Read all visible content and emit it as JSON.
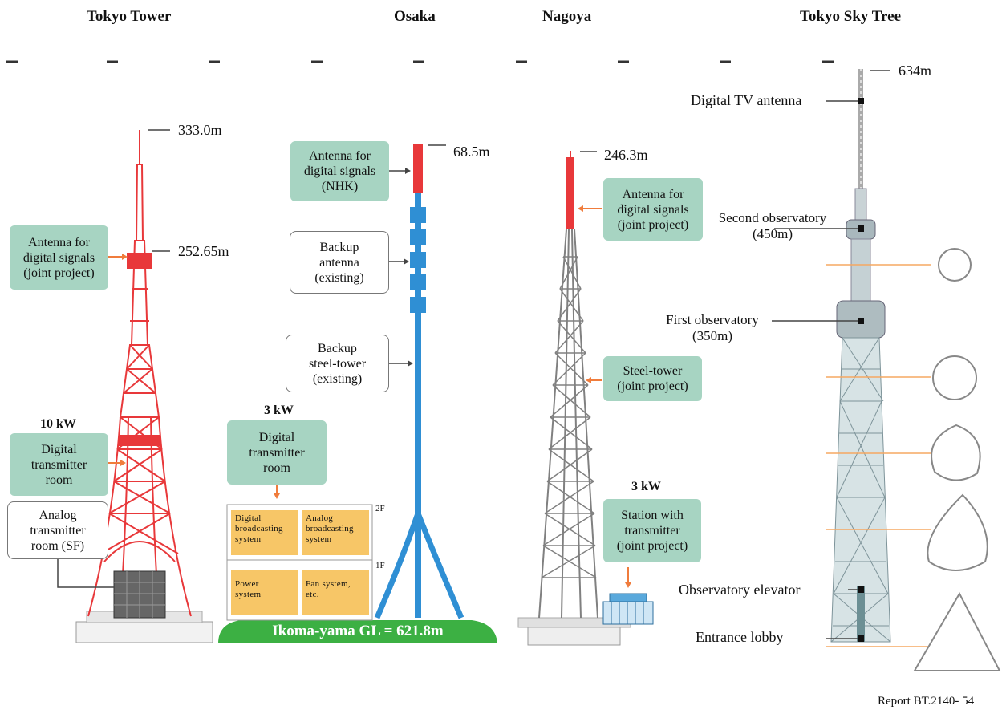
{
  "titles": {
    "tokyo_tower": "Tokyo Tower",
    "osaka": "Osaka",
    "nagoya": "Nagoya",
    "sky_tree": "Tokyo Sky Tree"
  },
  "tokyo_tower": {
    "height_top": "333.0m",
    "height_antenna": "252.65m",
    "antenna_box": "Antenna for\ndigital signals\n(joint project)",
    "power": "10 kW",
    "digital_room": "Digital\ntransmitter\nroom",
    "analog_room": "Analog\ntransmitter\nroom (SF)"
  },
  "osaka": {
    "height_top": "68.5m",
    "antenna_box": "Antenna for\ndigital signals\n(NHK)",
    "backup_antenna": "Backup\nantenna\n(existing)",
    "backup_tower": "Backup\nsteel-tower\n(existing)",
    "power": "3 kW",
    "digital_room": "Digital\ntransmitter\nroom",
    "floor_2f": "2F",
    "floor_1f": "1F",
    "digital_broadcasting": "Digital\nbroadcasting\nsystem",
    "analog_broadcasting": "Analog\nbroadcasting\nsystem",
    "power_system": "Power\nsystem",
    "fan_system": "Fan system,\netc.",
    "ground": "Ikoma-yama GL = 621.8m"
  },
  "nagoya": {
    "height_top": "246.3m",
    "antenna_box": "Antenna for\ndigital signals\n(joint project)",
    "steel_tower": "Steel-tower\n(joint project)",
    "power": "3 kW",
    "station": "Station with\ntransmitter\n(joint project)"
  },
  "sky_tree": {
    "height_top": "634m",
    "digital_tv_antenna": "Digital TV antenna",
    "second_observatory": "Second observatory\n(450m)",
    "first_observatory": "First observatory\n(350m)",
    "observatory_elevator": "Observatory elevator",
    "entrance_lobby": "Entrance lobby"
  },
  "footer": "Report BT.2140- 54",
  "colors": {
    "label_box": "#a7d4c2",
    "tokyo_tower": "#e8383a",
    "osaka_tower": "#2f8fd4",
    "nagoya_tower": "#808080",
    "ground": "#3cb043",
    "system_box": "#f7c667",
    "guide_line": "#f5a862"
  }
}
